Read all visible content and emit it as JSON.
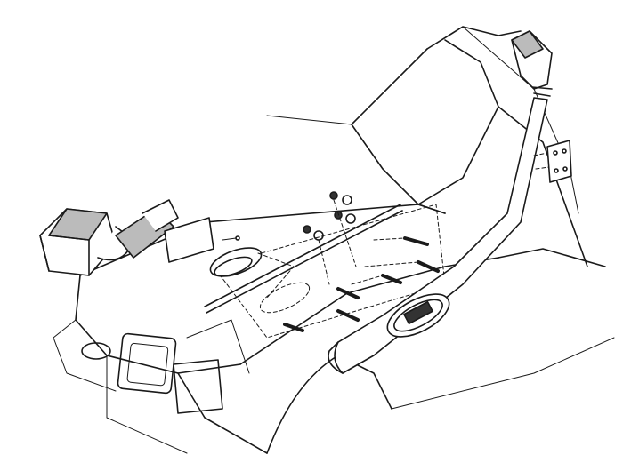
{
  "diagram": {
    "subject": "snorkel-installation-exploded-view",
    "colors": {
      "line": "#1a1a1a",
      "background": "#ffffff"
    },
    "icons": [
      "vehicle-body",
      "air-box",
      "snorkel-tube",
      "snorkel-head",
      "mounting-bracket",
      "studs",
      "washers-nuts",
      "template-plate",
      "logo-badge"
    ]
  }
}
